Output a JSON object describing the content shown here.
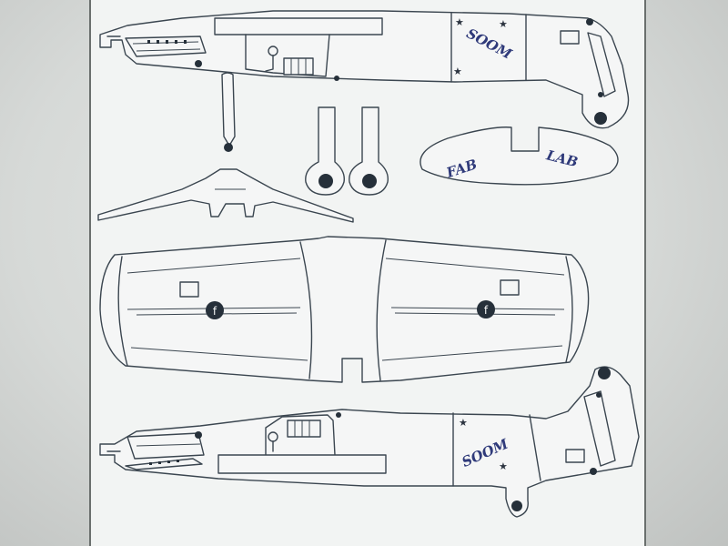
{
  "markings": {
    "fuselage_top_text": "SOOM",
    "fuselage_bottom_text": "SOOM",
    "tail_left_text": "FAB",
    "tail_right_text": "LAB",
    "star_glyph": "★",
    "roundel_glyph": "f"
  },
  "colors": {
    "line": "#3b4650",
    "script": "#2f3a7a",
    "fill_dark": "#26303a"
  }
}
